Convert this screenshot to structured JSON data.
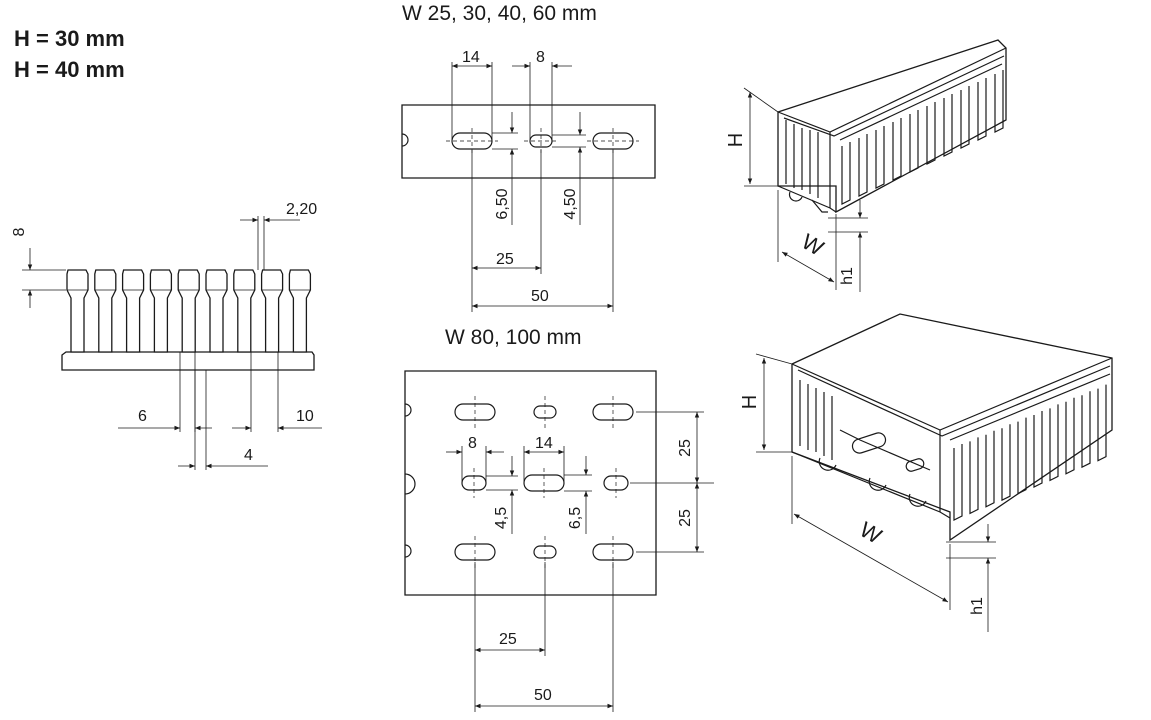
{
  "header": {
    "height_line1": "H = 30 mm",
    "height_line2": "H = 40 mm"
  },
  "top_plate": {
    "title": "W 25, 30, 40, 60 mm",
    "dims": {
      "slot_len": "14",
      "hole_len": "8",
      "slot_w": "6,50",
      "hole_w": "4,50",
      "pitch": "25",
      "total": "50"
    }
  },
  "bottom_plate": {
    "title": "W 80, 100 mm",
    "dims": {
      "hole_len": "8",
      "slot_len": "14",
      "hole_w": "4,5",
      "slot_w": "6,5",
      "pitch_v1": "25",
      "pitch_v2": "25",
      "pitch_h": "25",
      "total": "50"
    }
  },
  "comb": {
    "dims": {
      "top": "8",
      "gap": "2,20",
      "finger": "6",
      "pitch_gap": "10",
      "slot": "4"
    }
  },
  "iso_top": {
    "labels": {
      "height": "H",
      "width": "W",
      "base": "h1"
    }
  },
  "iso_bottom": {
    "labels": {
      "height": "H",
      "width": "W",
      "base": "h1"
    }
  }
}
